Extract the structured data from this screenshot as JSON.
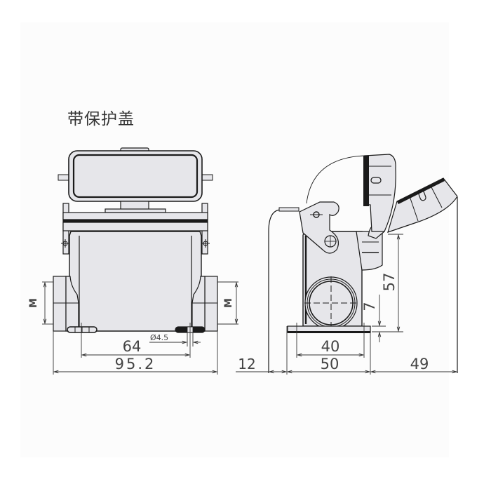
{
  "title": "带保护盖",
  "colors": {
    "background": "#ffffff",
    "panel": "#fcfcfc",
    "part_fill": "#e6e6ea",
    "outline": "#1a1a1a",
    "dimension_line": "#333333"
  },
  "front_view": {
    "dimensions": {
      "overall_width": "95.2",
      "hole_spacing": "64",
      "hole_diameter": "Ø4.5",
      "thread_left": "M",
      "thread_right": "M"
    }
  },
  "side_view": {
    "dimensions": {
      "offset_left": "12",
      "base_width": "50",
      "hole_spacing": "40",
      "cover_clearance": "49",
      "height": "57",
      "base_height": "7"
    }
  }
}
